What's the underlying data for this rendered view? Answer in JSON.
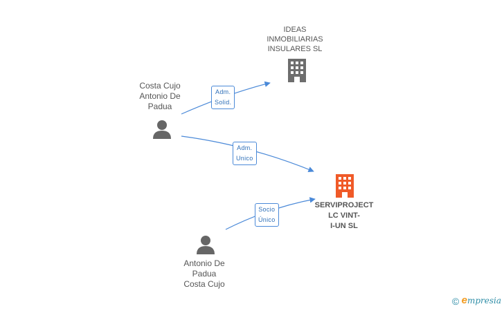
{
  "colors": {
    "edge": "#4a89d8",
    "person_icon": "#666666",
    "company_icon": "#6e6e6e",
    "main_company_icon": "#f05a28"
  },
  "nodes": {
    "person1": {
      "lines": [
        "Costa Cujo",
        "Antonio De",
        "Padua"
      ],
      "icon": "person-icon"
    },
    "company1": {
      "lines": [
        "IDEAS",
        "INMOBILIARIAS",
        "INSULARES SL"
      ],
      "icon": "building-icon"
    },
    "company_main": {
      "lines": [
        "SERVIPROJECT",
        "LC VINT-",
        "I-UN SL"
      ],
      "icon": "building-icon"
    },
    "person2": {
      "lines": [
        "Antonio De",
        "Padua",
        "Costa Cujo"
      ],
      "icon": "person-icon"
    }
  },
  "edges": [
    {
      "from": "person1",
      "to": "company1",
      "label": [
        "Adm.",
        "Solid."
      ]
    },
    {
      "from": "person1",
      "to": "company_main",
      "label": [
        "Adm.",
        "Unico"
      ]
    },
    {
      "from": "person2",
      "to": "company_main",
      "label": [
        "Socio",
        "Único"
      ]
    }
  ],
  "brand": {
    "copyright": "©",
    "e": "e",
    "rest": "mpresia"
  }
}
